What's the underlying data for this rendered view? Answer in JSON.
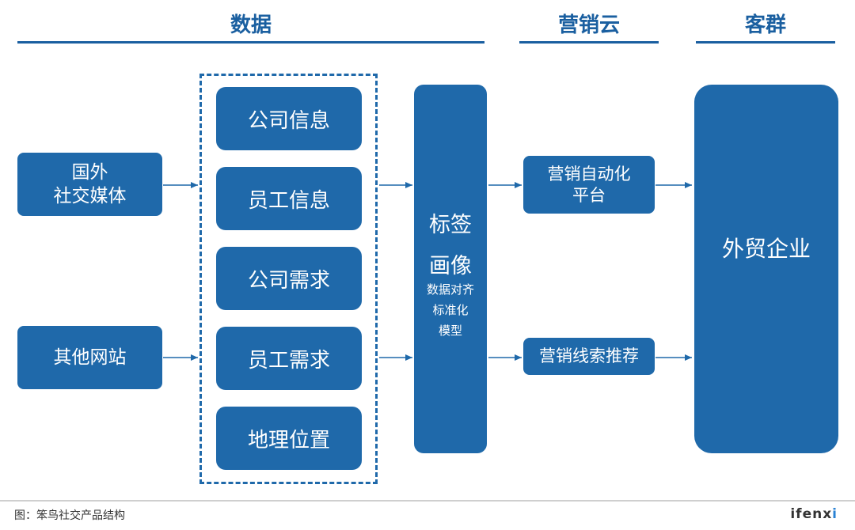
{
  "headers": {
    "data": "数据",
    "marketing_cloud": "营销云",
    "customer_group": "客群"
  },
  "sources": [
    "国外\n社交媒体",
    "其他网站"
  ],
  "data_items": [
    "公司信息",
    "员工信息",
    "公司需求",
    "员工需求",
    "地理位置"
  ],
  "tag_model": {
    "line1": "标签",
    "line2": "画像",
    "sub1": "数据对齐",
    "sub2": "标准化",
    "sub3": "模型"
  },
  "marketing": [
    "营销自动化\n平台",
    "营销线索推荐"
  ],
  "customer": "外贸企业",
  "footer": {
    "caption": "图：笨鸟社交产品结构",
    "logo_main": "ifenx",
    "logo_dot": "i"
  },
  "colors": {
    "primary": "#1f69aa",
    "header": "#1a5fa0"
  }
}
